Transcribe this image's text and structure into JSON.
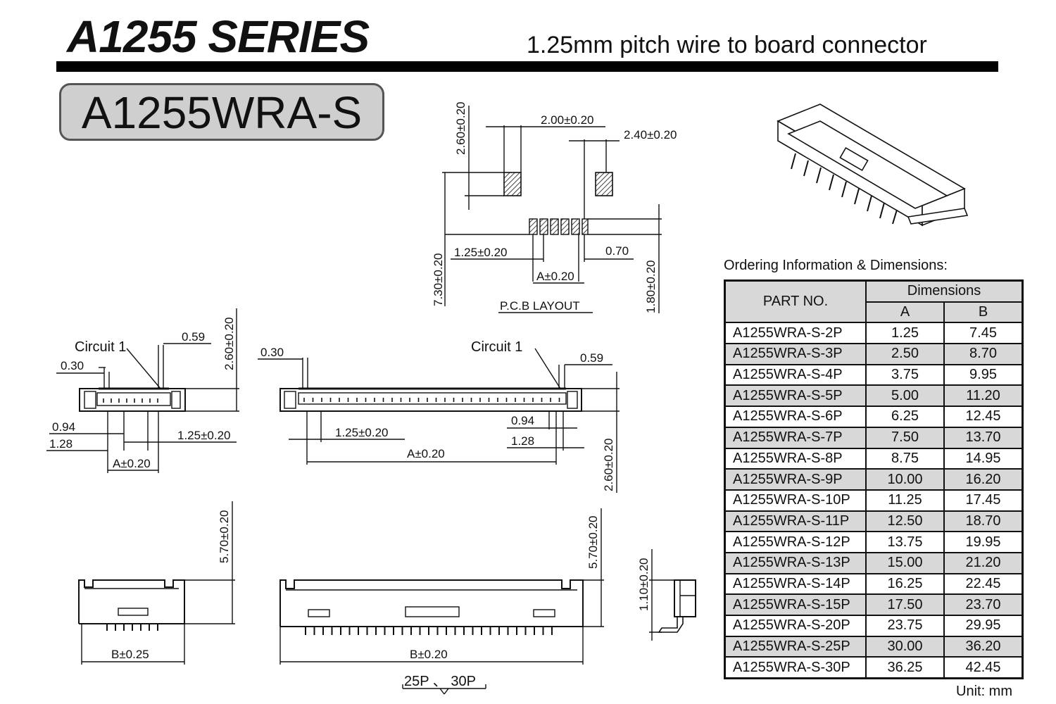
{
  "header": {
    "series_title": "A1255 SERIES",
    "subtitle": "1.25mm pitch wire to board connector",
    "model": "A1255WRA-S"
  },
  "pcb_layout": {
    "label": "P.C.B LAYOUT",
    "dims": {
      "pad_height": "2.60±0.20",
      "pad_spacing": "2.00±0.20",
      "pad_width_right": "2.40±0.20",
      "overall_height": "7.30±0.20",
      "pitch": "1.25±0.20",
      "pad_width": "0.70",
      "span_a": "A±0.20",
      "pad_length": "1.80±0.20"
    }
  },
  "top_views": {
    "circuit_label": "Circuit 1",
    "dims": {
      "height": "2.60±0.20",
      "offset_059": "0.59",
      "offset_030": "0.30",
      "offset_094": "0.94",
      "offset_128": "1.28",
      "pitch": "1.25±0.20",
      "span_a": "A±0.20",
      "height_right": "2.60±0.20"
    }
  },
  "front_views": {
    "dims": {
      "height": "5.70±0.20",
      "width_small": "B±0.25",
      "width_large": "B±0.20",
      "side_height": "1.10±0.20"
    },
    "variant_note": "25P 、 30P"
  },
  "ordering": {
    "title": "Ordering Information & Dimensions:",
    "headers": {
      "part": "PART NO.",
      "dimensions": "Dimensions",
      "a": "A",
      "b": "B"
    },
    "rows": [
      {
        "part": "A1255WRA-S-2P",
        "a": "1.25",
        "b": "7.45"
      },
      {
        "part": "A1255WRA-S-3P",
        "a": "2.50",
        "b": "8.70"
      },
      {
        "part": "A1255WRA-S-4P",
        "a": "3.75",
        "b": "9.95"
      },
      {
        "part": "A1255WRA-S-5P",
        "a": "5.00",
        "b": "11.20"
      },
      {
        "part": "A1255WRA-S-6P",
        "a": "6.25",
        "b": "12.45"
      },
      {
        "part": "A1255WRA-S-7P",
        "a": "7.50",
        "b": "13.70"
      },
      {
        "part": "A1255WRA-S-8P",
        "a": "8.75",
        "b": "14.95"
      },
      {
        "part": "A1255WRA-S-9P",
        "a": "10.00",
        "b": "16.20"
      },
      {
        "part": "A1255WRA-S-10P",
        "a": "11.25",
        "b": "17.45"
      },
      {
        "part": "A1255WRA-S-11P",
        "a": "12.50",
        "b": "18.70"
      },
      {
        "part": "A1255WRA-S-12P",
        "a": "13.75",
        "b": "19.95"
      },
      {
        "part": "A1255WRA-S-13P",
        "a": "15.00",
        "b": "21.20"
      },
      {
        "part": "A1255WRA-S-14P",
        "a": "16.25",
        "b": "22.45"
      },
      {
        "part": "A1255WRA-S-15P",
        "a": "17.50",
        "b": "23.70"
      },
      {
        "part": "A1255WRA-S-20P",
        "a": "23.75",
        "b": "29.95"
      },
      {
        "part": "A1255WRA-S-25P",
        "a": "30.00",
        "b": "36.20"
      },
      {
        "part": "A1255WRA-S-30P",
        "a": "36.25",
        "b": "42.45"
      }
    ],
    "unit_note": "Unit: mm"
  }
}
